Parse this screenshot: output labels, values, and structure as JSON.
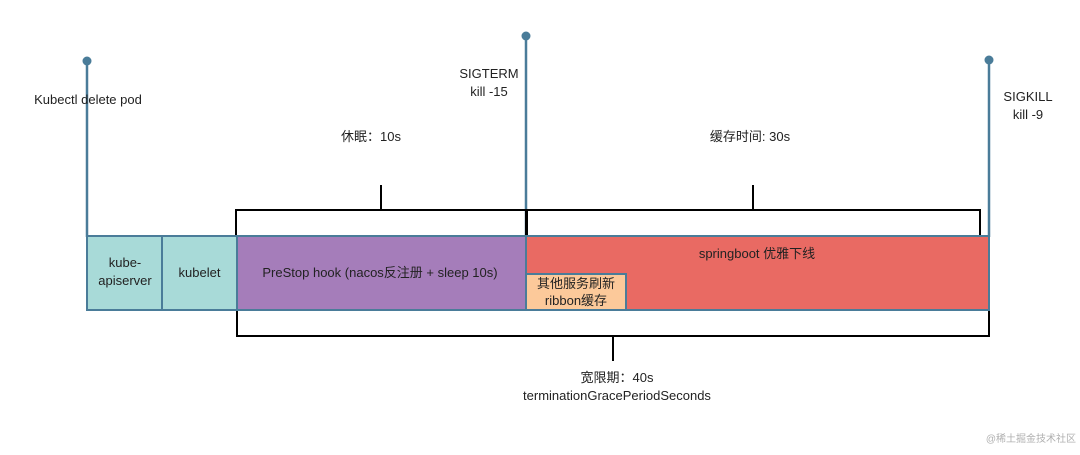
{
  "events": {
    "delete": "Kubectl delete pod",
    "sigterm": [
      "SIGTERM",
      "kill -15"
    ],
    "sigkill": [
      "SIGKILL",
      "kill -9"
    ]
  },
  "braces": {
    "sleep": "休眠：10s",
    "cache": "缓存时间: 30s",
    "grace": [
      "宽限期：40s",
      "terminationGracePeriodSeconds"
    ]
  },
  "boxes": {
    "apiserver": [
      "kube-",
      "apiserver"
    ],
    "kubelet": "kubelet",
    "prestop": "PreStop hook (nacos反注册 + sleep 10s)",
    "springboot": "springboot 优雅下线",
    "refresh": [
      "其他服务刷新",
      "ribbon缓存"
    ]
  },
  "colors": {
    "teal": "#a8dad8",
    "purple": "#a57dba",
    "red": "#e96a63",
    "orange": "#fcc99a",
    "line": "#4a7c99"
  },
  "watermark": "@稀土掘金技术社区"
}
